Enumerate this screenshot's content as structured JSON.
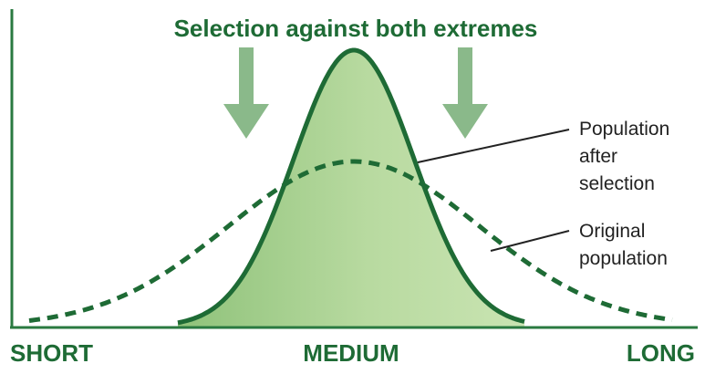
{
  "title": "Selection against both extremes",
  "axis": {
    "left_label": "SHORT",
    "center_label": "MEDIUM",
    "right_label": "LONG"
  },
  "annotations": {
    "after_selection": [
      "Population",
      "after",
      "selection"
    ],
    "original": [
      "Original",
      "population"
    ]
  },
  "colors": {
    "dark_green": "#1e6b35",
    "fill_edge": "#8fc27a",
    "fill_center": "#b8daa0",
    "arrow": "#8ab98a",
    "annotation_text": "#222222",
    "axis": "#2a7a40"
  },
  "icons": {
    "left_arrow": "down-arrow-icon",
    "right_arrow": "down-arrow-icon"
  }
}
